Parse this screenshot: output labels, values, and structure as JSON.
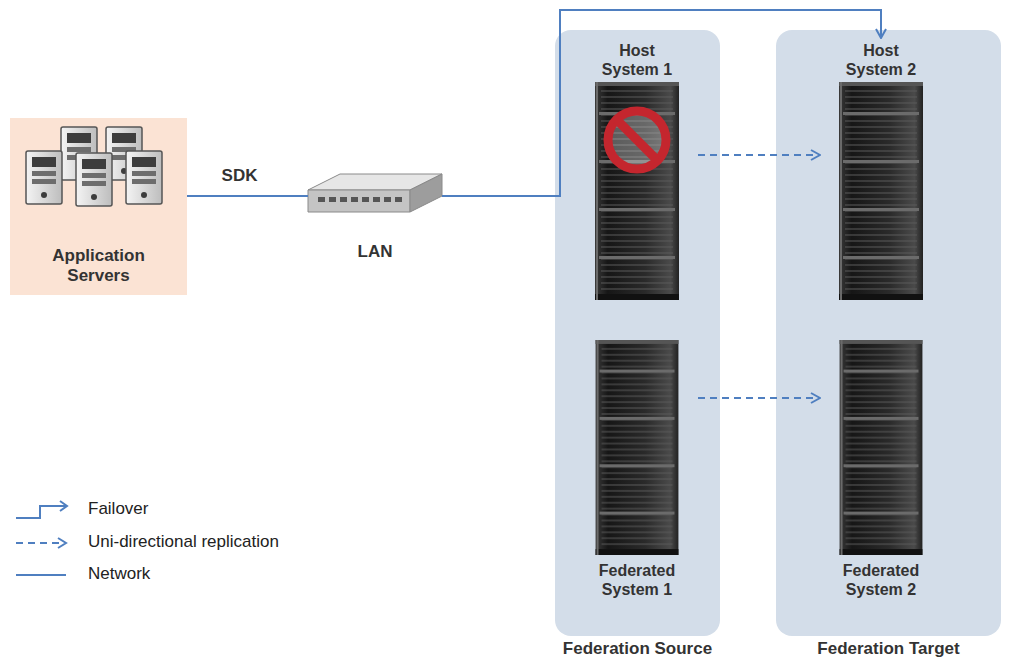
{
  "diagram": {
    "nodes": [
      {
        "text": [
          "Application Servers"
        ]
      },
      {
        "text": [
          "LAN"
        ]
      },
      {
        "text": [
          "Federation Source"
        ]
      },
      {
        "text": [
          "Host System 1"
        ],
        "in": 2
      },
      {
        "text": [
          "Federated System 1"
        ],
        "in": 2
      },
      {
        "text": [
          "Federation Target"
        ]
      },
      {
        "text": [
          "Host System 2"
        ],
        "in": 5
      },
      {
        "text": [
          "Federated System 2"
        ],
        "in": 5
      }
    ],
    "edges": [
      {
        "from": 0,
        "to": 1,
        "label": "SDK",
        "arrow": "none"
      },
      {
        "from": 1,
        "to": 6,
        "arrow": "to"
      },
      {
        "from": 3,
        "to": 6,
        "arrow": "to"
      },
      {
        "from": 4,
        "to": 7,
        "arrow": "to"
      }
    ],
    "legend": [
      {
        "text": "Failover"
      },
      {
        "text": "Uni-directional replication"
      },
      {
        "text": "Network"
      }
    ]
  }
}
